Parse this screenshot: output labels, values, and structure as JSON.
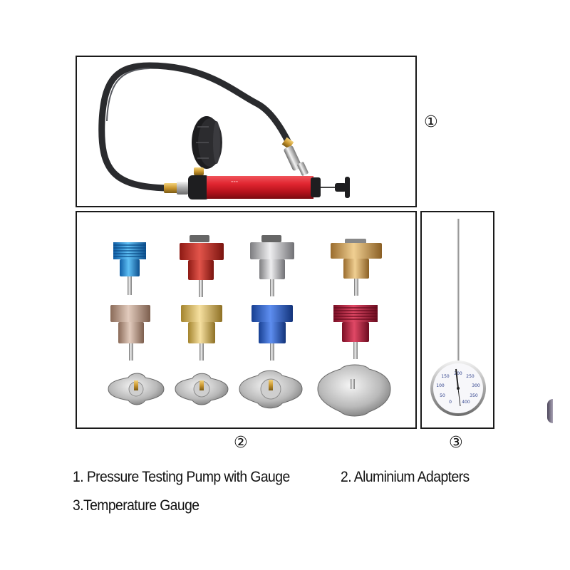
{
  "panels": [
    {
      "id": 1,
      "marker": "①",
      "product": "pressure-testing-pump",
      "components": [
        "black rubber hose",
        "round black pressure gauge",
        "brass fittings",
        "red aluminium pump cylinder",
        "T-handle plunger",
        "quick coupler"
      ]
    },
    {
      "id": 2,
      "marker": "②",
      "product": "aluminium-adapters",
      "adapters": [
        {
          "row": 1,
          "color": "#2f8fd6",
          "style": "threaded"
        },
        {
          "row": 1,
          "color": "#c9332a",
          "style": "cap-seal"
        },
        {
          "row": 1,
          "color": "#b9b9bd",
          "style": "cap-seal"
        },
        {
          "row": 1,
          "color": "#c9a163",
          "style": "cap-seal"
        },
        {
          "row": 2,
          "color": "#b99a86",
          "style": "cup"
        },
        {
          "row": 2,
          "color": "#d6b767",
          "style": "cup"
        },
        {
          "row": 2,
          "color": "#2d5fc0",
          "style": "cup"
        },
        {
          "row": 2,
          "color": "#b3223e",
          "style": "threaded"
        }
      ],
      "caps": [
        {
          "row": 3,
          "size": "small"
        },
        {
          "row": 3,
          "size": "small"
        },
        {
          "row": 3,
          "size": "medium"
        },
        {
          "row": 3,
          "size": "large"
        }
      ]
    },
    {
      "id": 3,
      "marker": "③",
      "product": "temperature-gauge",
      "components": [
        "long stainless probe",
        "round dial thermometer"
      ]
    }
  ],
  "captions": {
    "item1": "1. Pressure Testing Pump with Gauge",
    "item2": "2. Aluminium Adapters",
    "item3": "3.Temperature Gauge"
  },
  "colors": {
    "border": "#1a1a1a",
    "pump_red": "#d3202a",
    "hose": "#2a2b2e",
    "brass": "#c9962e"
  }
}
